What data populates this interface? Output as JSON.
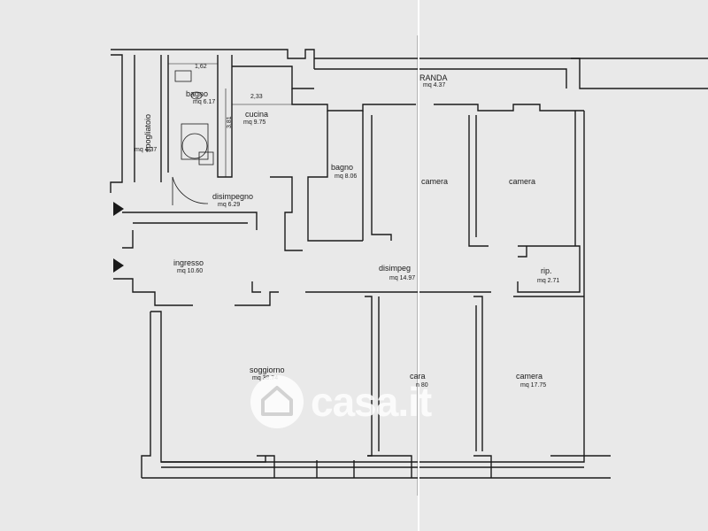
{
  "rooms": {
    "spogliatoio": {
      "name": "spogliatoio",
      "area": "mq 4.37"
    },
    "bagno1": {
      "name": "bagno",
      "area": "mq 6.17"
    },
    "cucina": {
      "name": "cucina",
      "area": "mq 9.75"
    },
    "bagno2": {
      "name": "bagno",
      "area": "mq 8.06"
    },
    "disimpegno1": {
      "name": "disimpegno",
      "area": "mq 6.29"
    },
    "ingresso": {
      "name": "ingresso",
      "area": "mq 10.60"
    },
    "disimpegno2": {
      "name": "disimpeg",
      "area": "mq 14.97"
    },
    "camera1": {
      "name": "camera"
    },
    "camera2": {
      "name": "camera"
    },
    "rip": {
      "name": "rip.",
      "area": "mq 2.71"
    },
    "soggiorno": {
      "name": "soggiorno",
      "area": "mq 38.74"
    },
    "camera3": {
      "name": "cara",
      "area": "n 80"
    },
    "camera4": {
      "name": "camera",
      "area": "mq 17.75"
    },
    "veranda": {
      "name": "RANDA",
      "area": "mq 4.37"
    }
  },
  "dimensions": {
    "d1": "1,62",
    "d2": "2,33",
    "d3": "3,81"
  },
  "watermark": {
    "text": "casa.it"
  },
  "colors": {
    "background": "#e9e9e9",
    "wall": "#1a1a1a",
    "watermark": "#ffffff"
  }
}
